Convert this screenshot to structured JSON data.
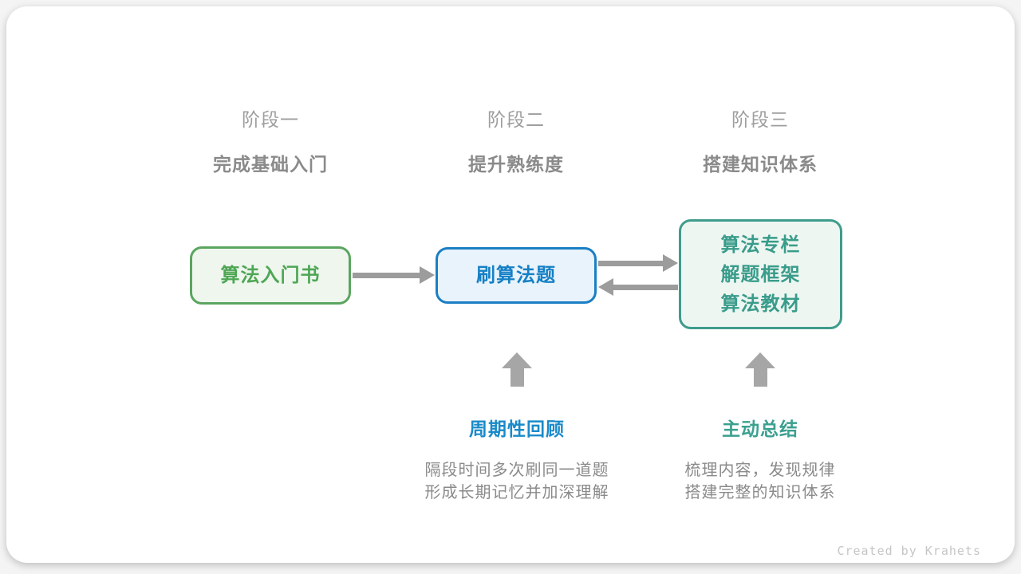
{
  "stages": [
    {
      "label": "阶段一",
      "subtitle": "完成基础入门"
    },
    {
      "label": "阶段二",
      "subtitle": "提升熟练度"
    },
    {
      "label": "阶段三",
      "subtitle": "搭建知识体系"
    }
  ],
  "nodes": [
    {
      "id": "intro-book",
      "lines": [
        "算法入门书"
      ],
      "border": "#5ba55f",
      "fill": "#eef6ee",
      "text_color": "#4ea654"
    },
    {
      "id": "practice-problems",
      "lines": [
        "刷算法题"
      ],
      "border": "#1a7fc4",
      "fill": "#e9f3fb",
      "text_color": "#1580c5"
    },
    {
      "id": "knowledge-resources",
      "lines": [
        "算法专栏",
        "解题框架",
        "算法教材"
      ],
      "border": "#3f9c8c",
      "fill": "#eef6f1",
      "text_color": "#399c8b"
    }
  ],
  "arrows": {
    "intro_to_practice": "right",
    "practice_to_resources": "right",
    "resources_to_practice": "left",
    "review_up": "up",
    "summary_up": "up",
    "color": "#9c9c9c"
  },
  "annotations": [
    {
      "title": "周期性回顾",
      "title_color": "#1a8ac9",
      "lines": [
        "隔段时间多次刷同一道题",
        "形成长期记忆并加深理解"
      ]
    },
    {
      "title": "主动总结",
      "title_color": "#3ba08f",
      "lines": [
        "梳理内容，发现规律",
        "搭建完整的知识体系"
      ]
    }
  ],
  "footer": {
    "credit": "Created by Krahets"
  },
  "colors": {
    "card_background": "#ffffff",
    "heading_gray": "#9e9e9e",
    "subtitle_gray": "#8a8a8a",
    "arrow_gray": "#9c9c9c"
  }
}
